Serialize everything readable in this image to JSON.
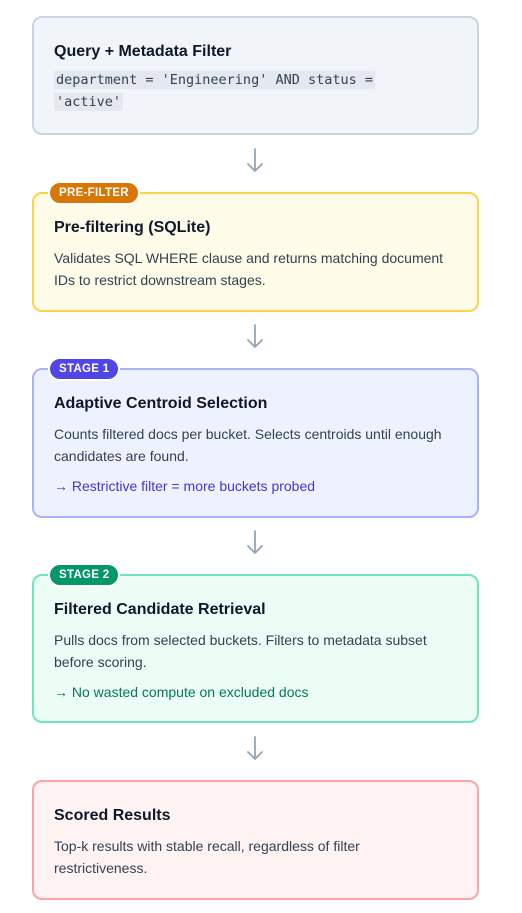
{
  "query": {
    "title": "Query + Metadata Filter",
    "code": "department = 'Engineering' AND status = 'active'"
  },
  "prefilter": {
    "badge": "PRE-FILTER",
    "title": "Pre-filtering (SQLite)",
    "description": "Validates SQL WHERE clause and returns matching document IDs to restrict downstream stages."
  },
  "stage1": {
    "badge": "STAGE 1",
    "title": "Adaptive Centroid Selection",
    "description": "Counts filtered docs per bucket. Selects centroids until enough candidates are found.",
    "note": "→ Restrictive filter = more buckets probed"
  },
  "stage2": {
    "badge": "STAGE 2",
    "title": "Filtered Candidate Retrieval",
    "description": "Pulls docs from selected buckets. Filters to metadata subset before scoring.",
    "note": "→ No wasted compute on excluded docs"
  },
  "results": {
    "title": "Scored Results",
    "description": "Top-k results with stable recall, regardless of filter restrictiveness."
  },
  "colors": {
    "query_bg": "#f1f5f9",
    "query_border": "#cbd5e1",
    "prefilter_bg": "#fefce8",
    "prefilter_border": "#fcd34d",
    "prefilter_badge": "#d97706",
    "stage1_bg": "#eef2ff",
    "stage1_border": "#a5b4fc",
    "stage1_badge": "#4f46e5",
    "stage1_note": "#4338ca",
    "stage2_bg": "#ecfdf5",
    "stage2_border": "#6ee7b7",
    "stage2_badge": "#059669",
    "stage2_note": "#047857",
    "results_bg": "#fef2f2",
    "results_border": "#fca5a5",
    "arrow": "#94a3b8"
  }
}
